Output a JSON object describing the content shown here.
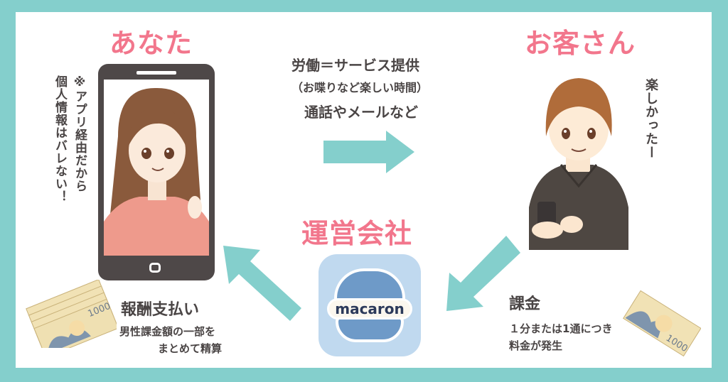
{
  "colors": {
    "frame": "#84cfcc",
    "card": "#ffffff",
    "title_pink": "#f2768c",
    "text_dark": "#4a4545",
    "arrow_teal": "#84cfcc",
    "logo_bg": "#c0d9ef",
    "logo_bun": "#6e9ac8"
  },
  "you": {
    "title": "あなた",
    "note": "※アプリ経由だから個人情報はバレない！",
    "note_line1": "※アプリ経由だから",
    "note_line2": "個人情報はバレない！",
    "illustration": "woman-on-phone-screen"
  },
  "customer": {
    "title": "お客さん",
    "speech": "楽しかったー",
    "illustration": "man-holding-smartphone"
  },
  "service_flow": {
    "line1": "労働＝サービス提供",
    "line2": "（お喋りなど楽しい時間）",
    "line3": "通話やメールなど",
    "arrow_direction": "right"
  },
  "operator": {
    "title": "運営会社",
    "logo_text": "macaron"
  },
  "payment_to_you": {
    "title": "報酬支払い",
    "line1": "男性課金額の一部を",
    "line2": "まとめて精算",
    "arrow_direction": "up-left",
    "illustration": "stack-of-1000-yen-bills"
  },
  "charge": {
    "title": "課金",
    "line1": "１分または1通につき",
    "line2": "料金が発生",
    "arrow_direction": "down-left",
    "illustration": "1000-yen-bill"
  },
  "bill_label": "1000"
}
